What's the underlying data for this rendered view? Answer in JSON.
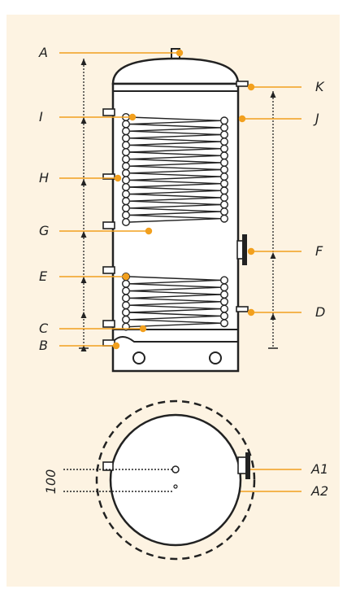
{
  "colors": {
    "background": "#fdf3e2",
    "accent": "#f2a01e",
    "outline": "#222222"
  },
  "labels": {
    "A": "A",
    "B": "B",
    "C": "C",
    "D": "D",
    "E": "E",
    "F": "F",
    "G": "G",
    "H": "H",
    "I": "I",
    "J": "J",
    "K": "K",
    "A1": "A1",
    "A2": "A2"
  },
  "dimension": "100"
}
